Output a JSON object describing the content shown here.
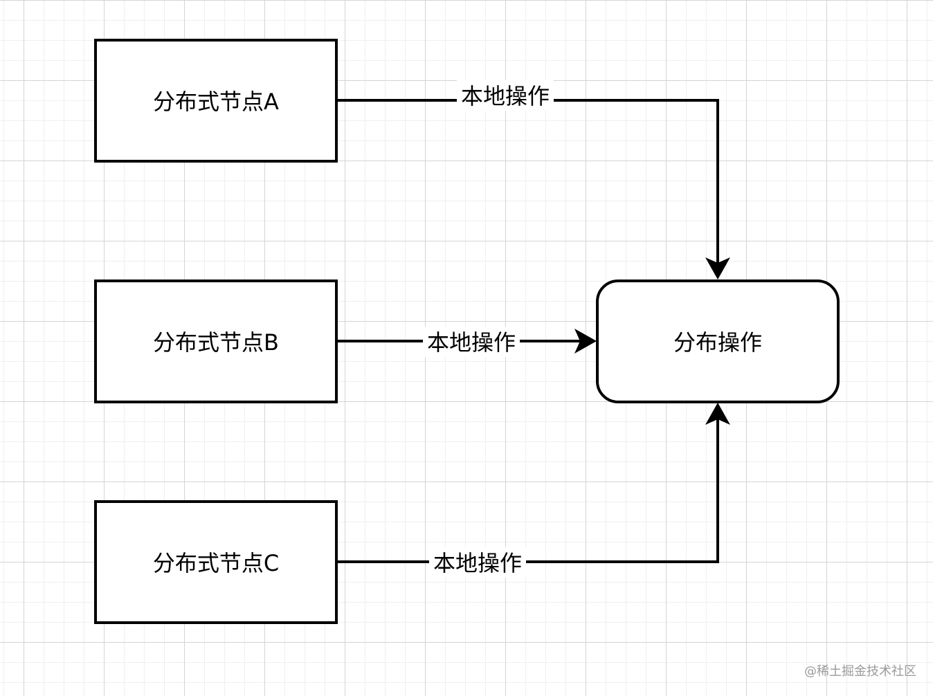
{
  "nodes": {
    "a": {
      "label": "分布式节点A"
    },
    "b": {
      "label": "分布式节点B"
    },
    "c": {
      "label": "分布式节点C"
    },
    "target": {
      "label": "分布操作"
    }
  },
  "edges": {
    "a_to_target": {
      "label": "本地操作"
    },
    "b_to_target": {
      "label": "本地操作"
    },
    "c_to_target": {
      "label": "本地操作"
    }
  },
  "watermark": "@稀土掘金技术社区",
  "colors": {
    "stroke": "#000000",
    "node_fill": "#ffffff",
    "grid_major": "#d4d4d4",
    "grid_minor": "#efefef"
  }
}
